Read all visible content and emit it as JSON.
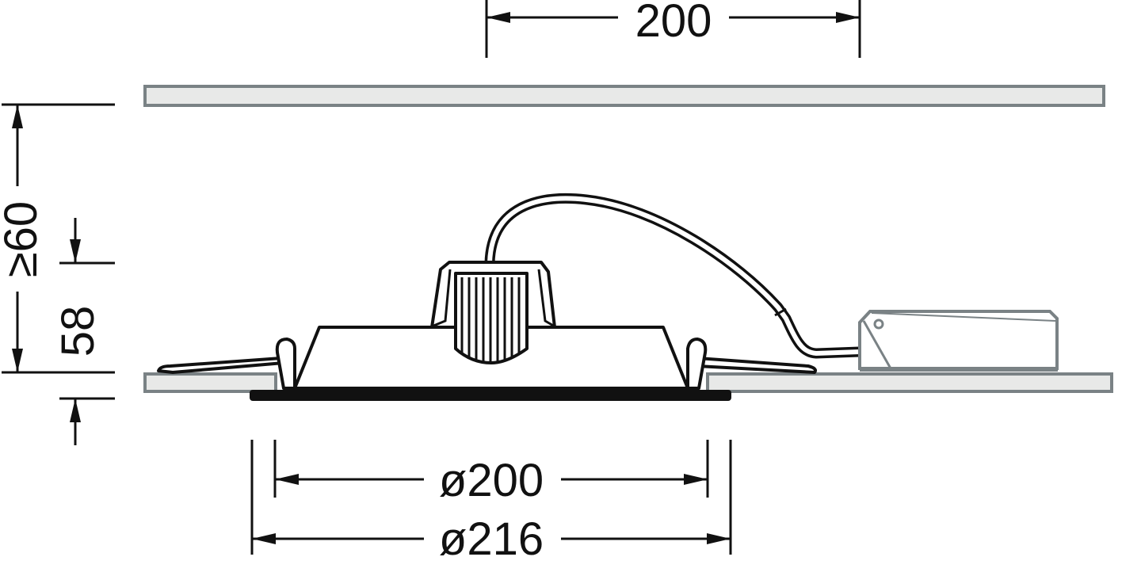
{
  "drawing": {
    "dimensions": {
      "cutout_width": "200",
      "ceiling_clearance": "≥60",
      "recess_depth": "58",
      "cutout_diameter": "ø200",
      "outer_diameter": "ø216"
    },
    "colors": {
      "line": "#111111",
      "slab_fill": "#e8e9e8",
      "slab_stroke": "#7a8285"
    }
  }
}
